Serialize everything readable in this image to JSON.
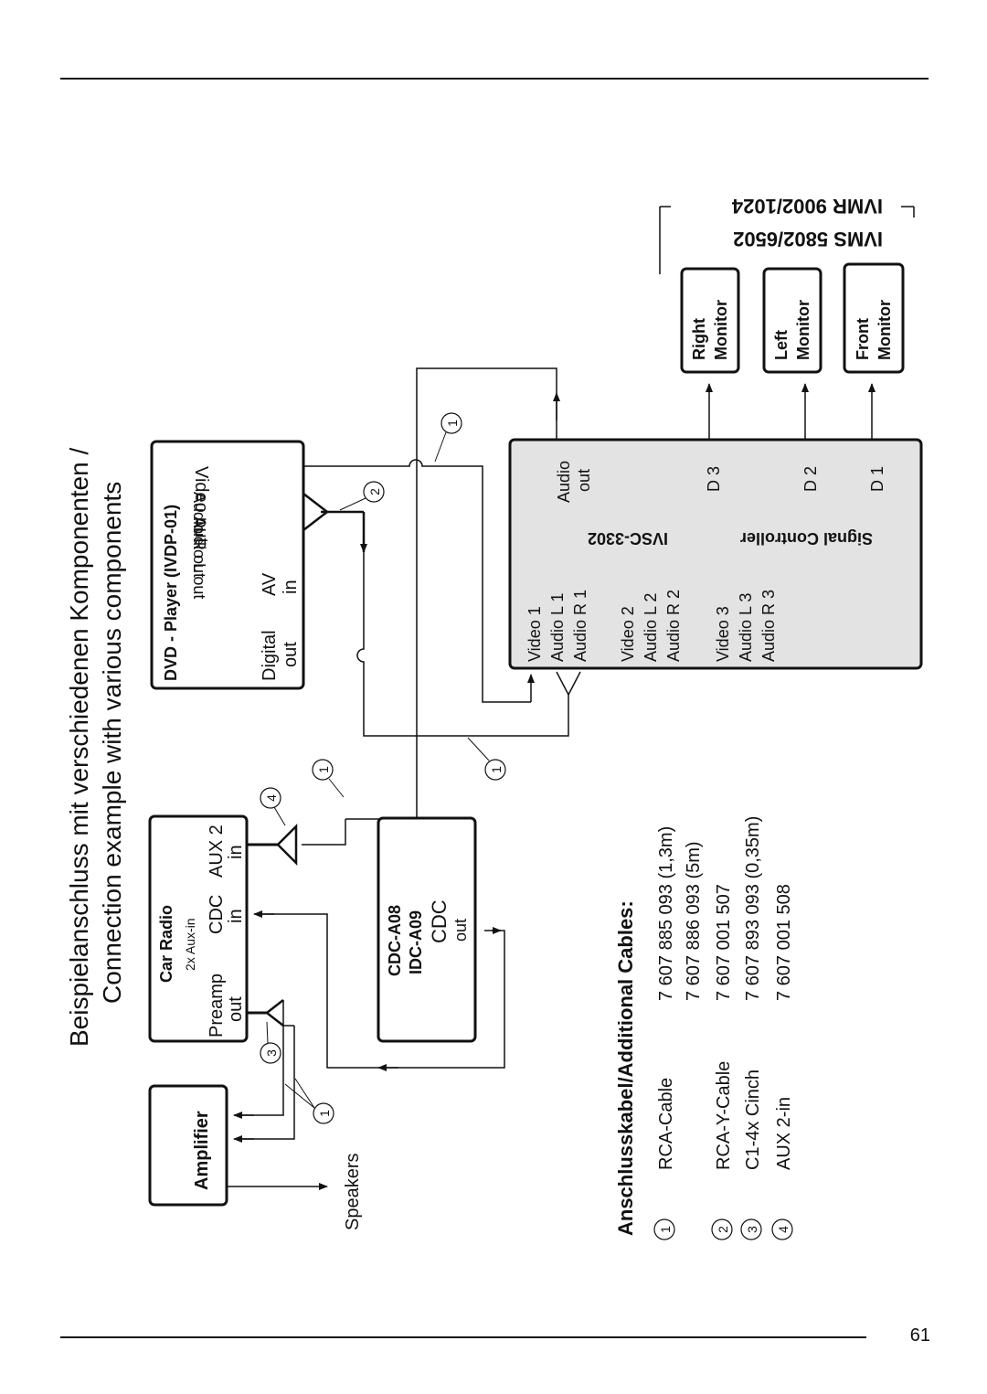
{
  "title": {
    "de": "Beispielanschluss mit verschiedenen Komponenten /",
    "en": "Connection example with various components"
  },
  "monitors": {
    "models_line1": "IVMS 5802/6502",
    "models_line2": "IVMR 9002/1024",
    "right": [
      "Right",
      "Monitor"
    ],
    "left": [
      "Left",
      "Monitor"
    ],
    "front": [
      "Front",
      "Monitor"
    ]
  },
  "dvd": {
    "title": "DVD - Player (IVDP-01)",
    "digital": [
      "Digital",
      "out"
    ],
    "av": [
      "AV",
      "in"
    ],
    "audio_l": "Audio L out",
    "audio_r": "Audio R out",
    "video_out": "Video out"
  },
  "controller": {
    "model": "IVSC-3302",
    "name": "Signal Controller",
    "inputs1": [
      "Video 1",
      "Audio L 1",
      "Audio R 1"
    ],
    "inputs2": [
      "Video 2",
      "Audio L 2",
      "Audio R 2"
    ],
    "inputs3": [
      "Video 3",
      "Audio L 3",
      "Audio R 3"
    ],
    "audio_out": [
      "Audio",
      "out"
    ],
    "d3": "D 3",
    "d2": "D 2",
    "d1": "D 1"
  },
  "car_radio": {
    "title": "Car Radio",
    "subtitle": "2x Aux-in",
    "preamp": [
      "Preamp",
      "out"
    ],
    "cdc": [
      "CDC",
      "in"
    ],
    "aux2": [
      "AUX 2",
      "in"
    ]
  },
  "cdc_box": {
    "line1": "CDC-A08",
    "line2": "IDC-A09",
    "line3": "CDC",
    "line4": "out"
  },
  "amplifier": {
    "label": "Amplifier"
  },
  "speakers": {
    "label": "Speakers"
  },
  "cable_markers": {
    "one": "1",
    "two": "2",
    "three": "3",
    "four": "4"
  },
  "cables": {
    "heading": "Anschlusskabel/Additional Cables:",
    "rows": [
      {
        "num": "1",
        "name": "RCA-Cable",
        "codes": [
          "7 607 885 093  (1,3m)",
          "7 607 886 093  (5m)",
          "7 607 001 507"
        ]
      },
      {
        "num": "2",
        "name": "RCA-Y-Cable",
        "codes": []
      },
      {
        "num": "3",
        "name": "C1-4x Cinch",
        "codes": [
          "7 607 893 093   (0,35m)"
        ]
      },
      {
        "num": "4",
        "name": "AUX 2-in",
        "codes": [
          "7 607 001 508"
        ]
      }
    ]
  },
  "page_number": "61"
}
